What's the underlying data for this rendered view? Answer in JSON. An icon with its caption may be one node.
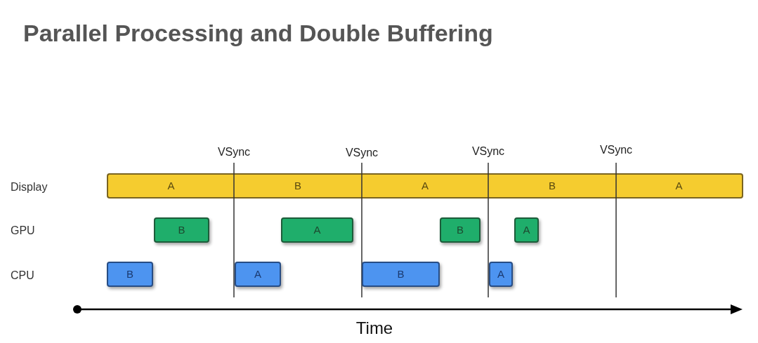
{
  "diagram": {
    "title": "Parallel Processing and Double Buffering",
    "nodes": [
      {
        "text": [
          "A"
        ]
      },
      {
        "text": [
          "B"
        ]
      },
      {
        "text": [
          "A"
        ]
      },
      {
        "text": [
          "B"
        ]
      },
      {
        "text": [
          "A"
        ]
      },
      {
        "text": [
          "B"
        ]
      },
      {
        "text": [
          "A"
        ]
      },
      {
        "text": [
          "B"
        ]
      },
      {
        "text": [
          "A"
        ]
      },
      {
        "text": [
          "B"
        ]
      },
      {
        "text": [
          "A"
        ]
      },
      {
        "text": [
          "B"
        ]
      },
      {
        "text": [
          "A"
        ]
      }
    ],
    "labels": [
      "VSync",
      "VSync",
      "VSync",
      "VSync",
      "Display",
      "GPU",
      "CPU",
      "Time"
    ]
  }
}
